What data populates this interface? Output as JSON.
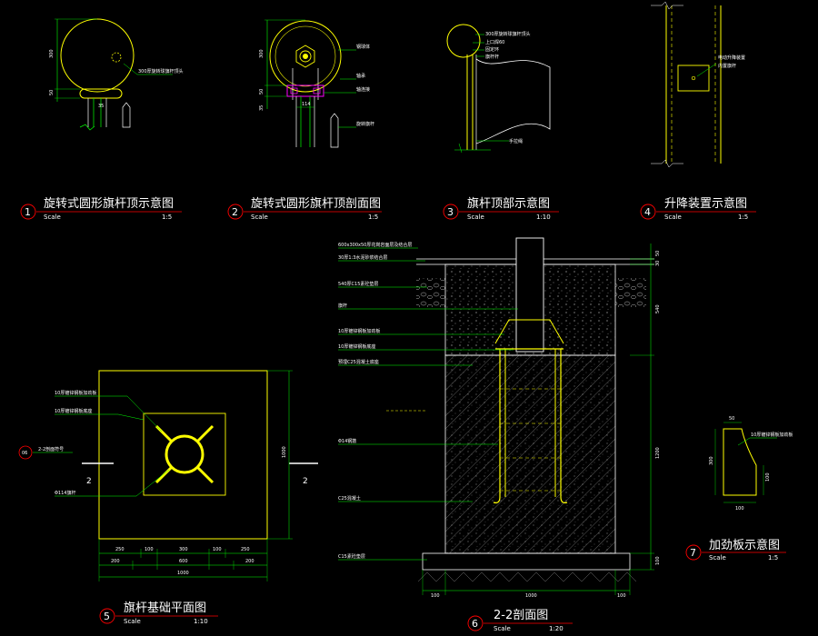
{
  "colors": {
    "background": "#000000",
    "outline": "#ffff00",
    "green": "#00ff00",
    "white": "#ffffff",
    "red": "#ff0000",
    "magenta": "#ff00ff",
    "cyan": "#00ffff"
  },
  "drawings": [
    {
      "num": "1",
      "title": "旋转式圆形旗杆顶示意图",
      "scale_label": "Scale",
      "scale": "1:5"
    },
    {
      "num": "2",
      "title": "旋转式圆形旗杆顶剖面图",
      "scale_label": "Scale",
      "scale": "1:5"
    },
    {
      "num": "3",
      "title": "旗杆顶部示意图",
      "scale_label": "Scale",
      "scale": "1:10"
    },
    {
      "num": "4",
      "title": "升降装置示意图",
      "scale_label": "Scale",
      "scale": "1:5"
    },
    {
      "num": "5",
      "title": "旗杆基础平面图",
      "scale_label": "Scale",
      "scale": "1:10"
    },
    {
      "num": "6",
      "title": "2-2剖面图",
      "scale_label": "Scale",
      "scale": "1:20"
    },
    {
      "num": "7",
      "title": "加劲板示意图",
      "scale_label": "Scale",
      "scale": "1:5"
    }
  ],
  "notes": {
    "d1": [
      "300厚旋转球旗杆顶头"
    ],
    "d1_dims": [
      "300",
      "50",
      "35"
    ],
    "d2": [
      "钢球体",
      "轴承",
      "轴连接",
      "旋转旗杆"
    ],
    "d2_dims": [
      "300",
      "50",
      "35",
      "114"
    ],
    "d3": [
      "300厚旋转球旗杆顶头",
      "上口焊60",
      "固定环",
      "旗杆杆",
      "手拉绳"
    ],
    "d4": [
      "电动升降装置",
      "内置旗杆"
    ],
    "d5": [
      "10厚镀锌钢板加劲板",
      "10厚镀锌钢板底座",
      "2-2剖面符号",
      "Φ114旗杆"
    ],
    "d5_section": [
      "2",
      "2"
    ],
    "d5_section_ref": "06",
    "d5_dims_row1": [
      "250",
      "100",
      "300",
      "100",
      "250"
    ],
    "d5_dims_row2": [
      "200",
      "600",
      "200"
    ],
    "d5_dim_total": "1000",
    "d5_dim_right": "1000",
    "d6": [
      "600x300x50厚花岗岩面层及结合层",
      "30厚1:3水泥砂浆结合层",
      "540厚C15素砼垫层",
      "旗杆",
      "10厚镀锌钢板加劲板",
      "10厚镀锌钢板底座",
      "预埋C25混凝土底座",
      "Φ14钢筋",
      "C25混凝土",
      "C15素砼垫层"
    ],
    "d6_dims_right": [
      "50",
      "30",
      "540",
      "1200",
      "100"
    ],
    "d6_dims_bottom": [
      "100",
      "1000",
      "100"
    ],
    "d7": [
      "10厚镀锌钢板加劲板"
    ],
    "d7_dims": [
      "50",
      "300",
      "100",
      "100"
    ]
  }
}
